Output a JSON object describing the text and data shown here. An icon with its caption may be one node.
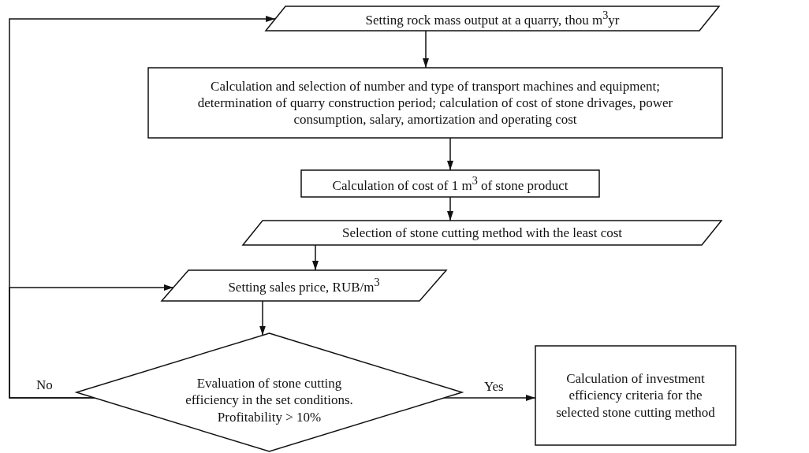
{
  "diagram": {
    "nodes": [
      {
        "text": [
          "Setting rock mass output at a quarry, thou m$^{3}$yr"
        ]
      },
      {
        "text": [
          "Calculation and selection of number and type of transport machines and equipment; determination of quarry construction period; calculation of cost of stone drivages, power consumption, salary, amortization and operating cost"
        ]
      },
      {
        "text": [
          "Calculation of cost of 1 m$^{3}$ of stone product"
        ]
      },
      {
        "text": [
          "Selection of stone cutting method with the least cost"
        ]
      },
      {
        "text": [
          "Setting sales price, RUB/m$^{3}$"
        ]
      },
      {
        "text": [
          "Evaluation of stone cutting efficiency in the set conditions. Profitability > 10%"
        ]
      },
      {
        "text": [
          "Calculation of investment efficiency criteria for the selected stone cutting method"
        ]
      }
    ],
    "edges": [
      {
        "from": 0,
        "to": 1,
        "arrow": "to"
      },
      {
        "from": 1,
        "to": 2,
        "arrow": "to"
      },
      {
        "from": 2,
        "to": 3,
        "arrow": "to"
      },
      {
        "from": 3,
        "to": 4,
        "arrow": "to"
      },
      {
        "from": 4,
        "to": 5,
        "arrow": "to"
      },
      {
        "from": 5,
        "to": 6,
        "arrow": "to",
        "label": "Yes"
      },
      {
        "from": 5,
        "to": 0,
        "arrow": "to",
        "label": "No"
      },
      {
        "from": 5,
        "to": 4,
        "arrow": "to"
      }
    ]
  }
}
